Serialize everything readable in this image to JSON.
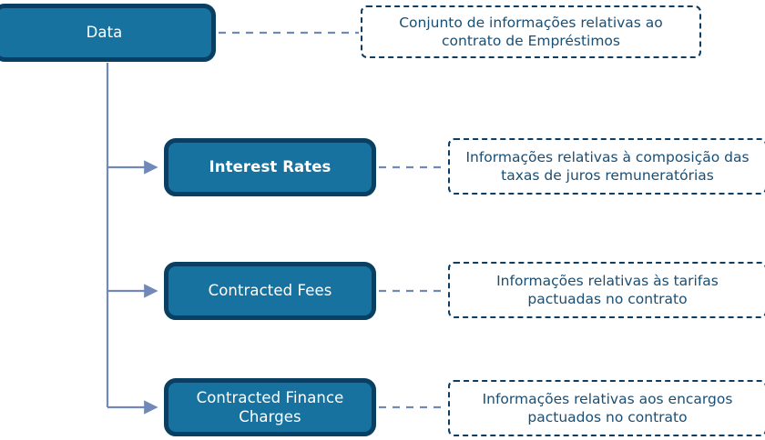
{
  "diagram": {
    "type": "tree-with-annotations",
    "root": {
      "id": "data",
      "label": "Data",
      "note": "Conjunto de informações relativas ao contrato de Empréstimos"
    },
    "children": [
      {
        "id": "interest-rates",
        "label": "Interest Rates",
        "note": "Informações relativas à composição das taxas de juros remuneratórias"
      },
      {
        "id": "contracted-fees",
        "label": "Contracted Fees",
        "note": "Informações relativas às tarifas pactuadas no contrato"
      },
      {
        "id": "contracted-finance-charges",
        "label": "Contracted Finance Charges",
        "note": "Informações relativas aos encargos pactuados no contrato"
      }
    ]
  },
  "colors": {
    "node_fill": "#17729f",
    "node_border": "#093f62",
    "node_text": "#ffffff",
    "note_border": "#0d3d62",
    "note_text": "#1a4e73",
    "note_fill": "#ffffff",
    "connector": "#7189b8",
    "background": "#ffffff"
  }
}
